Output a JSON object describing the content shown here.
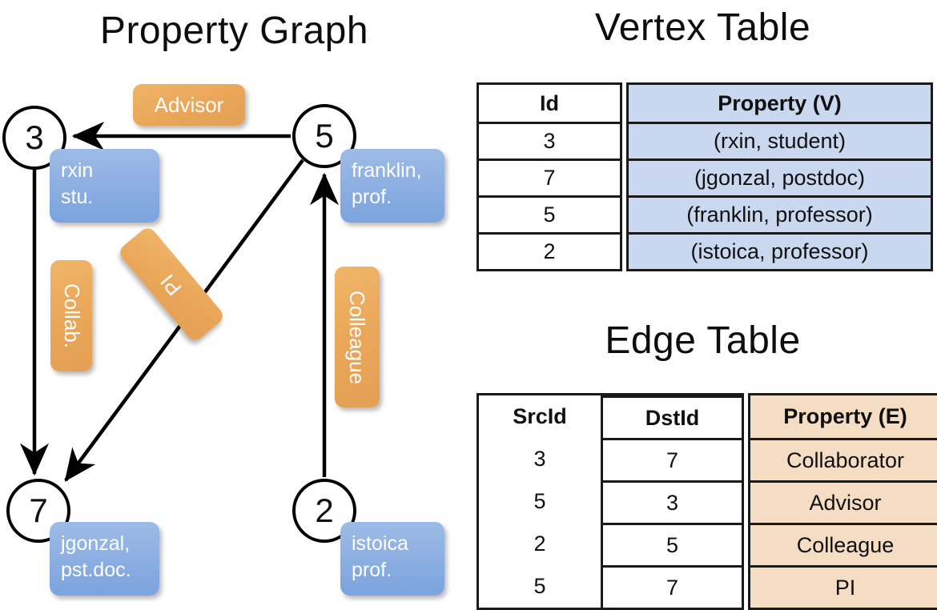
{
  "titles": {
    "property_graph": "Property Graph",
    "vertex_table": "Vertex Table",
    "edge_table": "Edge Table"
  },
  "graph": {
    "nodes": [
      {
        "id": "3",
        "name": "node-3",
        "property_lines": [
          "rxin",
          "stu."
        ]
      },
      {
        "id": "5",
        "name": "node-5",
        "property_lines": [
          "franklin,",
          "prof."
        ]
      },
      {
        "id": "7",
        "name": "node-7",
        "property_lines": [
          "jgonzal,",
          "pst.doc."
        ]
      },
      {
        "id": "2",
        "name": "node-2",
        "property_lines": [
          "istoica",
          "prof."
        ]
      }
    ],
    "edge_labels": [
      {
        "name": "advisor",
        "text": "Advisor"
      },
      {
        "name": "collab",
        "text": "Collab."
      },
      {
        "name": "pi",
        "text": "PI"
      },
      {
        "name": "colleague",
        "text": "Colleague"
      }
    ],
    "edges": [
      {
        "from": "5",
        "to": "3",
        "label": "Advisor"
      },
      {
        "from": "3",
        "to": "7",
        "label": "Collab."
      },
      {
        "from": "5",
        "to": "7",
        "label": "PI"
      },
      {
        "from": "2",
        "to": "5",
        "label": "Colleague"
      }
    ]
  },
  "vertex_table": {
    "headers": [
      "Id",
      "Property (V)"
    ],
    "rows": [
      {
        "id": "3",
        "property": "(rxin, student)"
      },
      {
        "id": "7",
        "property": "(jgonzal, postdoc)"
      },
      {
        "id": "5",
        "property": "(franklin, professor)"
      },
      {
        "id": "2",
        "property": "(istoica, professor)"
      }
    ]
  },
  "edge_table": {
    "headers": [
      "SrcId",
      "DstId",
      "Property (E)"
    ],
    "rows": [
      {
        "src": "3",
        "dst": "7",
        "property": "Collaborator"
      },
      {
        "src": "5",
        "dst": "3",
        "property": "Advisor"
      },
      {
        "src": "2",
        "dst": "5",
        "property": "Colleague"
      },
      {
        "src": "5",
        "dst": "7",
        "property": "PI"
      }
    ]
  },
  "colors": {
    "vertex_property_fill": "#c9d8ef",
    "edge_property_fill": "#f5ddc4",
    "node_box_blue": "#8eb0e2",
    "edge_label_orange": "#eaa75a",
    "stroke": "#000000"
  }
}
